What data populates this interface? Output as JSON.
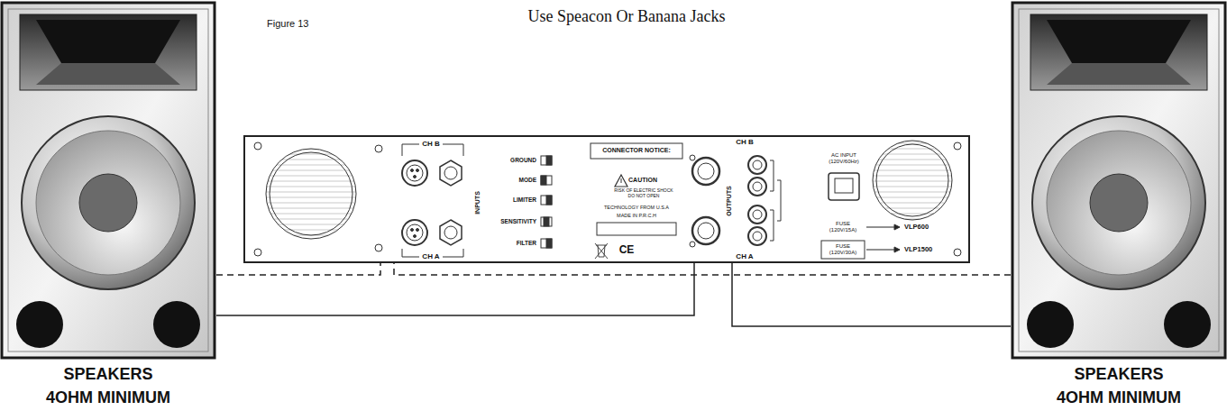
{
  "diagram": {
    "title": "Use Speacon Or Banana Jacks",
    "nodes": [
      {
        "text": [
          "SPEAKERS 4OHM MINIMUM"
        ]
      },
      {
        "text": [
          "CH B",
          "INPUTS",
          "CH A",
          "GROUND",
          "MODE",
          "LIMITER",
          "SENSITIVITY",
          "FILTER",
          "CONNECTOR NOTICE:",
          "CAUTION",
          "RISK OF ELECTRIC SHOCK DO NOT OPEN",
          "TECHNOLOGY FROM U.S.A",
          "MADE IN P.R.C.H",
          "CE",
          "OUTPUTS",
          "CH B",
          "CH A",
          "AC INPUT (120V/60Hz)",
          "FUSE (120V/15A)",
          "VLP600",
          "FUSE (120V/30A)",
          "VLP1500"
        ]
      },
      {
        "text": [
          "SPEAKERS 4OHM MINIMUM"
        ]
      }
    ],
    "edges": [
      {
        "from": 0,
        "to": 1,
        "arrow": "none"
      },
      {
        "from": 0,
        "to": 1,
        "arrow": "none"
      },
      {
        "from": 2,
        "to": 1,
        "arrow": "none"
      },
      {
        "from": 2,
        "to": 1,
        "arrow": "none"
      }
    ],
    "labels": [
      "Figure 13"
    ]
  }
}
